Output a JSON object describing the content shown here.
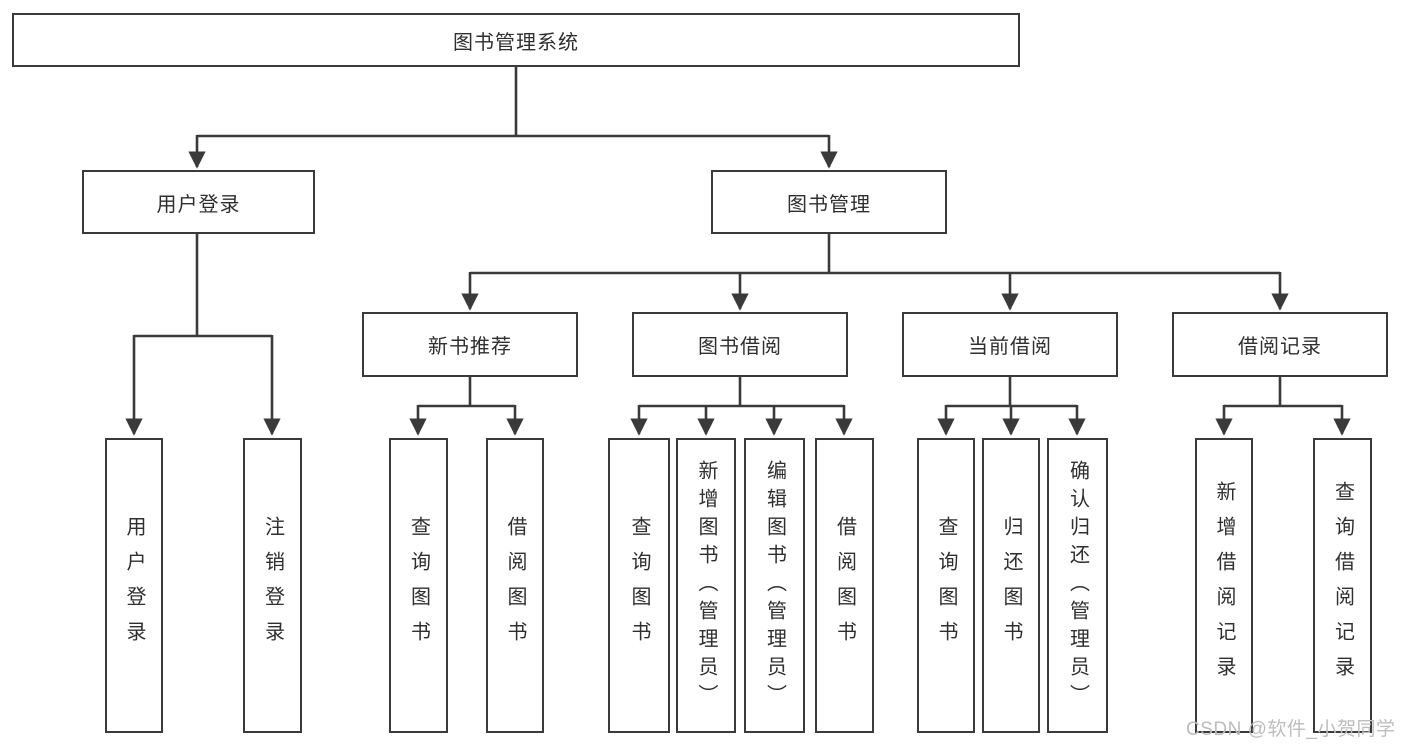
{
  "tree": {
    "label": "图书管理系统",
    "children": [
      {
        "label": "用户登录",
        "children": [
          {
            "label": "用户登录"
          },
          {
            "label": "注销登录"
          }
        ]
      },
      {
        "label": "图书管理",
        "children": [
          {
            "label": "新书推荐",
            "children": [
              {
                "label": "查询图书"
              },
              {
                "label": "借阅图书"
              }
            ]
          },
          {
            "label": "图书借阅",
            "children": [
              {
                "label": "查询图书"
              },
              {
                "label": "新增图书（管理员）"
              },
              {
                "label": "编辑图书（管理员）"
              },
              {
                "label": "借阅图书"
              }
            ]
          },
          {
            "label": "当前借阅",
            "children": [
              {
                "label": "查询图书"
              },
              {
                "label": "归还图书"
              },
              {
                "label": "确认归还（管理员）"
              }
            ]
          },
          {
            "label": "借阅记录",
            "children": [
              {
                "label": "新增借阅记录"
              },
              {
                "label": "查询借阅记录"
              }
            ]
          }
        ]
      }
    ]
  },
  "watermark": {
    "text": "CSDN @软件_小贺同学"
  },
  "colors": {
    "line": "#3a3a3a",
    "text": "#2f2f2f",
    "box_background": "#ffffff",
    "page_background": "#ffffff",
    "watermark": "#bdbdbd"
  }
}
